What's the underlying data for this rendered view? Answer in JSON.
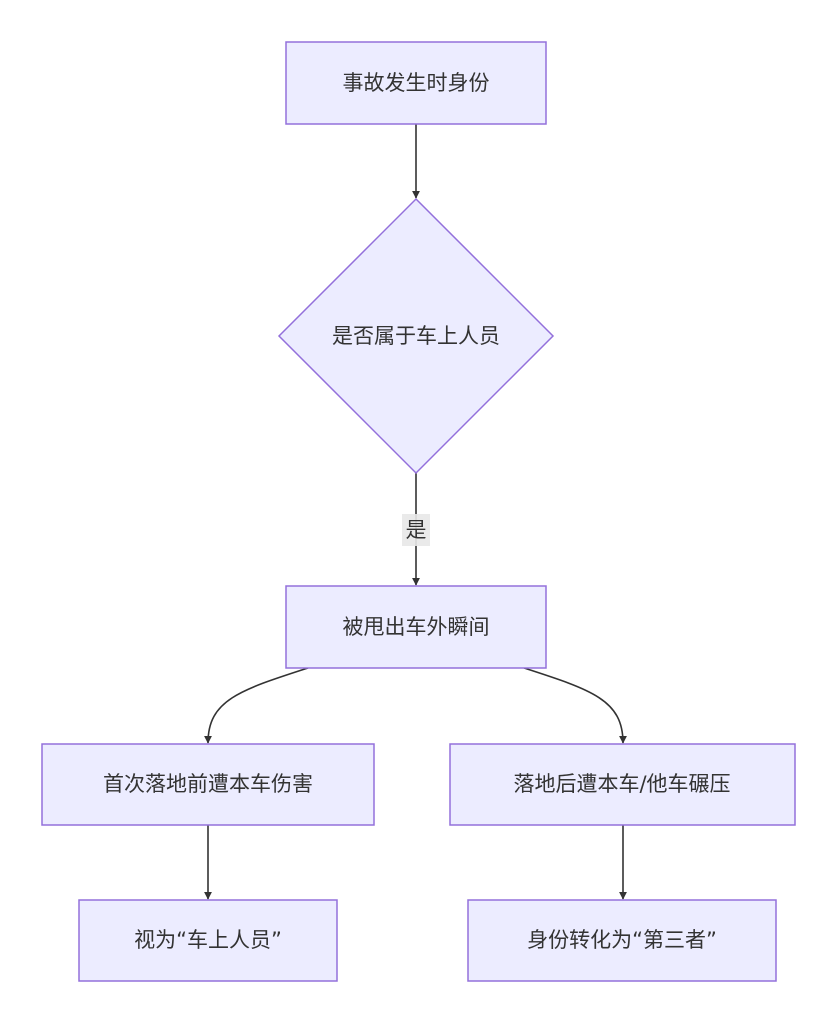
{
  "nodes": {
    "identity_at_accident": {
      "label": "事故发生时身份"
    },
    "is_vehicle_occupant": {
      "label": "是否属于车上人员"
    },
    "thrown_out_moment": {
      "label": "被甩出车外瞬间"
    },
    "injured_before_landing": {
      "label": "首次落地前遭本车伤害"
    },
    "run_over_after_landing": {
      "label": "落地后遭本车/他车碾压"
    },
    "deemed_occupant": {
      "label": "视为“车上人员”"
    },
    "becomes_third_party": {
      "label": "身份转化为“第三者”"
    }
  },
  "edges": {
    "yes_label": "是"
  },
  "colors": {
    "node_fill": "#ececff",
    "node_stroke": "#9370db",
    "edge": "#333333",
    "text": "#333333"
  }
}
